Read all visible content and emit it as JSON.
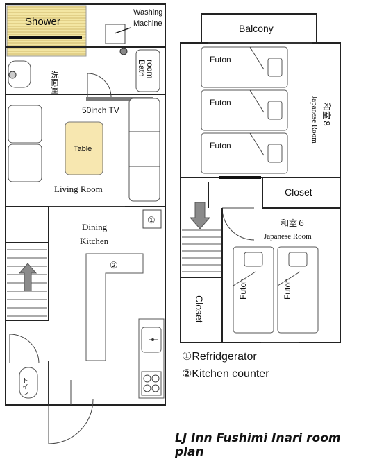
{
  "rooms": {
    "shower": "Shower",
    "washing_machine": "Washing\nMachine",
    "washroom": "洗面室",
    "bath": "Bath\nroom",
    "tv": "50inch TV",
    "table": "Table",
    "living_room": "Living Room",
    "dining_kitchen": "Dining\nKitchen",
    "refrigerator_marker": "①",
    "counter_marker": "②",
    "toilet": "トイレ",
    "balcony": "Balcony",
    "futon": "Futon",
    "washitsu8_jp": "和室８",
    "washitsu8_en": "Japanese Room",
    "closet": "Closet",
    "washitsu6_jp": "和室６",
    "washitsu6_en": "Japanese Room"
  },
  "legend": [
    "①Refridgerator",
    "②Kitchen counter"
  ],
  "caption": "LJ Inn Fushimi Inari room plan",
  "colors": {
    "shower_fill": "#f3e6a3",
    "table_fill": "#f7e7b0",
    "arrow_fill": "#8a8a8a",
    "tv_fill": "#7a7a7a"
  }
}
